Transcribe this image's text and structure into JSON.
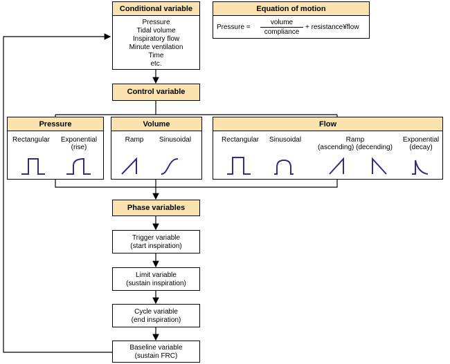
{
  "conditional": {
    "title": "Conditional variable",
    "items": [
      "Pressure",
      "Tidal volume",
      "Inspiratory flow",
      "Minute ventilation",
      "Time",
      "etc."
    ]
  },
  "equation": {
    "title": "Equation of motion",
    "lhs": "Pressure =",
    "numerator": "volume",
    "denominator": "compliance",
    "rest": "+ resistance¥flow"
  },
  "control": {
    "title": "Control variable"
  },
  "pressure_group": {
    "title": "Pressure",
    "waves": [
      {
        "label": "Rectangular",
        "shape": "rectangular"
      },
      {
        "label": "Exponential\n(rise)",
        "shape": "exponential-rise"
      }
    ]
  },
  "volume_group": {
    "title": "Volume",
    "waves": [
      {
        "label": "Ramp",
        "shape": "ramp"
      },
      {
        "label": "Sinusoidal",
        "shape": "sinusoidal"
      }
    ]
  },
  "flow_group": {
    "title": "Flow",
    "waves": [
      {
        "label": "Rectangular",
        "shape": "rectangular"
      },
      {
        "label": "Sinusoidal",
        "shape": "sinusoidal-half"
      },
      {
        "label": "Ramp\n(ascending)  (decending)",
        "shape": "ramp-pair"
      },
      {
        "label": "Exponential\n(decay)",
        "shape": "exponential-decay"
      }
    ]
  },
  "phase": {
    "title": "Phase variables"
  },
  "trigger": {
    "line1": "Trigger variable",
    "line2": "(start inspiration)"
  },
  "limit": {
    "line1": "Limit variable",
    "line2": "(sustain inspiration)"
  },
  "cycle": {
    "line1": "Cycle variable",
    "line2": "(end inspiration)"
  },
  "baseline": {
    "line1": "Baseline variable",
    "line2": "(sustain FRC)"
  },
  "colors": {
    "header_fill": "#fbe3b0",
    "wave": "#2e2a8a"
  }
}
